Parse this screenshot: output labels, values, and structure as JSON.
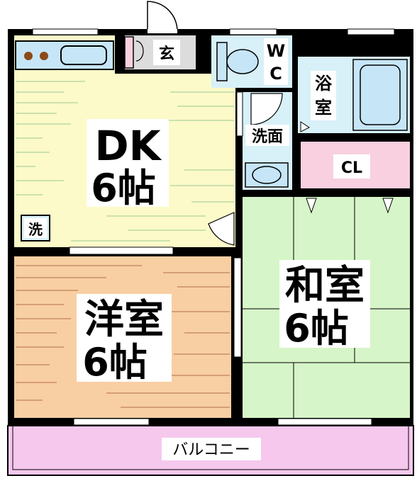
{
  "floorplan": {
    "rooms": {
      "dk": {
        "name": "DK",
        "size": "6帖"
      },
      "western": {
        "name": "洋室",
        "size": "6帖"
      },
      "japanese": {
        "name": "和室",
        "size": "6帖"
      },
      "entrance": {
        "label": "玄"
      },
      "toilet": {
        "label_top": "W",
        "label_bottom": "C"
      },
      "bath": {
        "label_top": "浴",
        "label_bottom": "室"
      },
      "washroom": {
        "label": "洗面"
      },
      "closet": {
        "label": "CL"
      },
      "laundry": {
        "label": "洗"
      },
      "balcony": {
        "label": "バルコニー"
      }
    },
    "colors": {
      "dk_floor": "#FCFAC8",
      "western_floor": "#F8CFA2",
      "japanese_floor": "#D6F5C8",
      "wet_area": "#D8F0F8",
      "closet": "#F8D0E0",
      "balcony": "#F6C8EE",
      "entrance": "#DCDCDC",
      "wall": "#000000"
    }
  }
}
